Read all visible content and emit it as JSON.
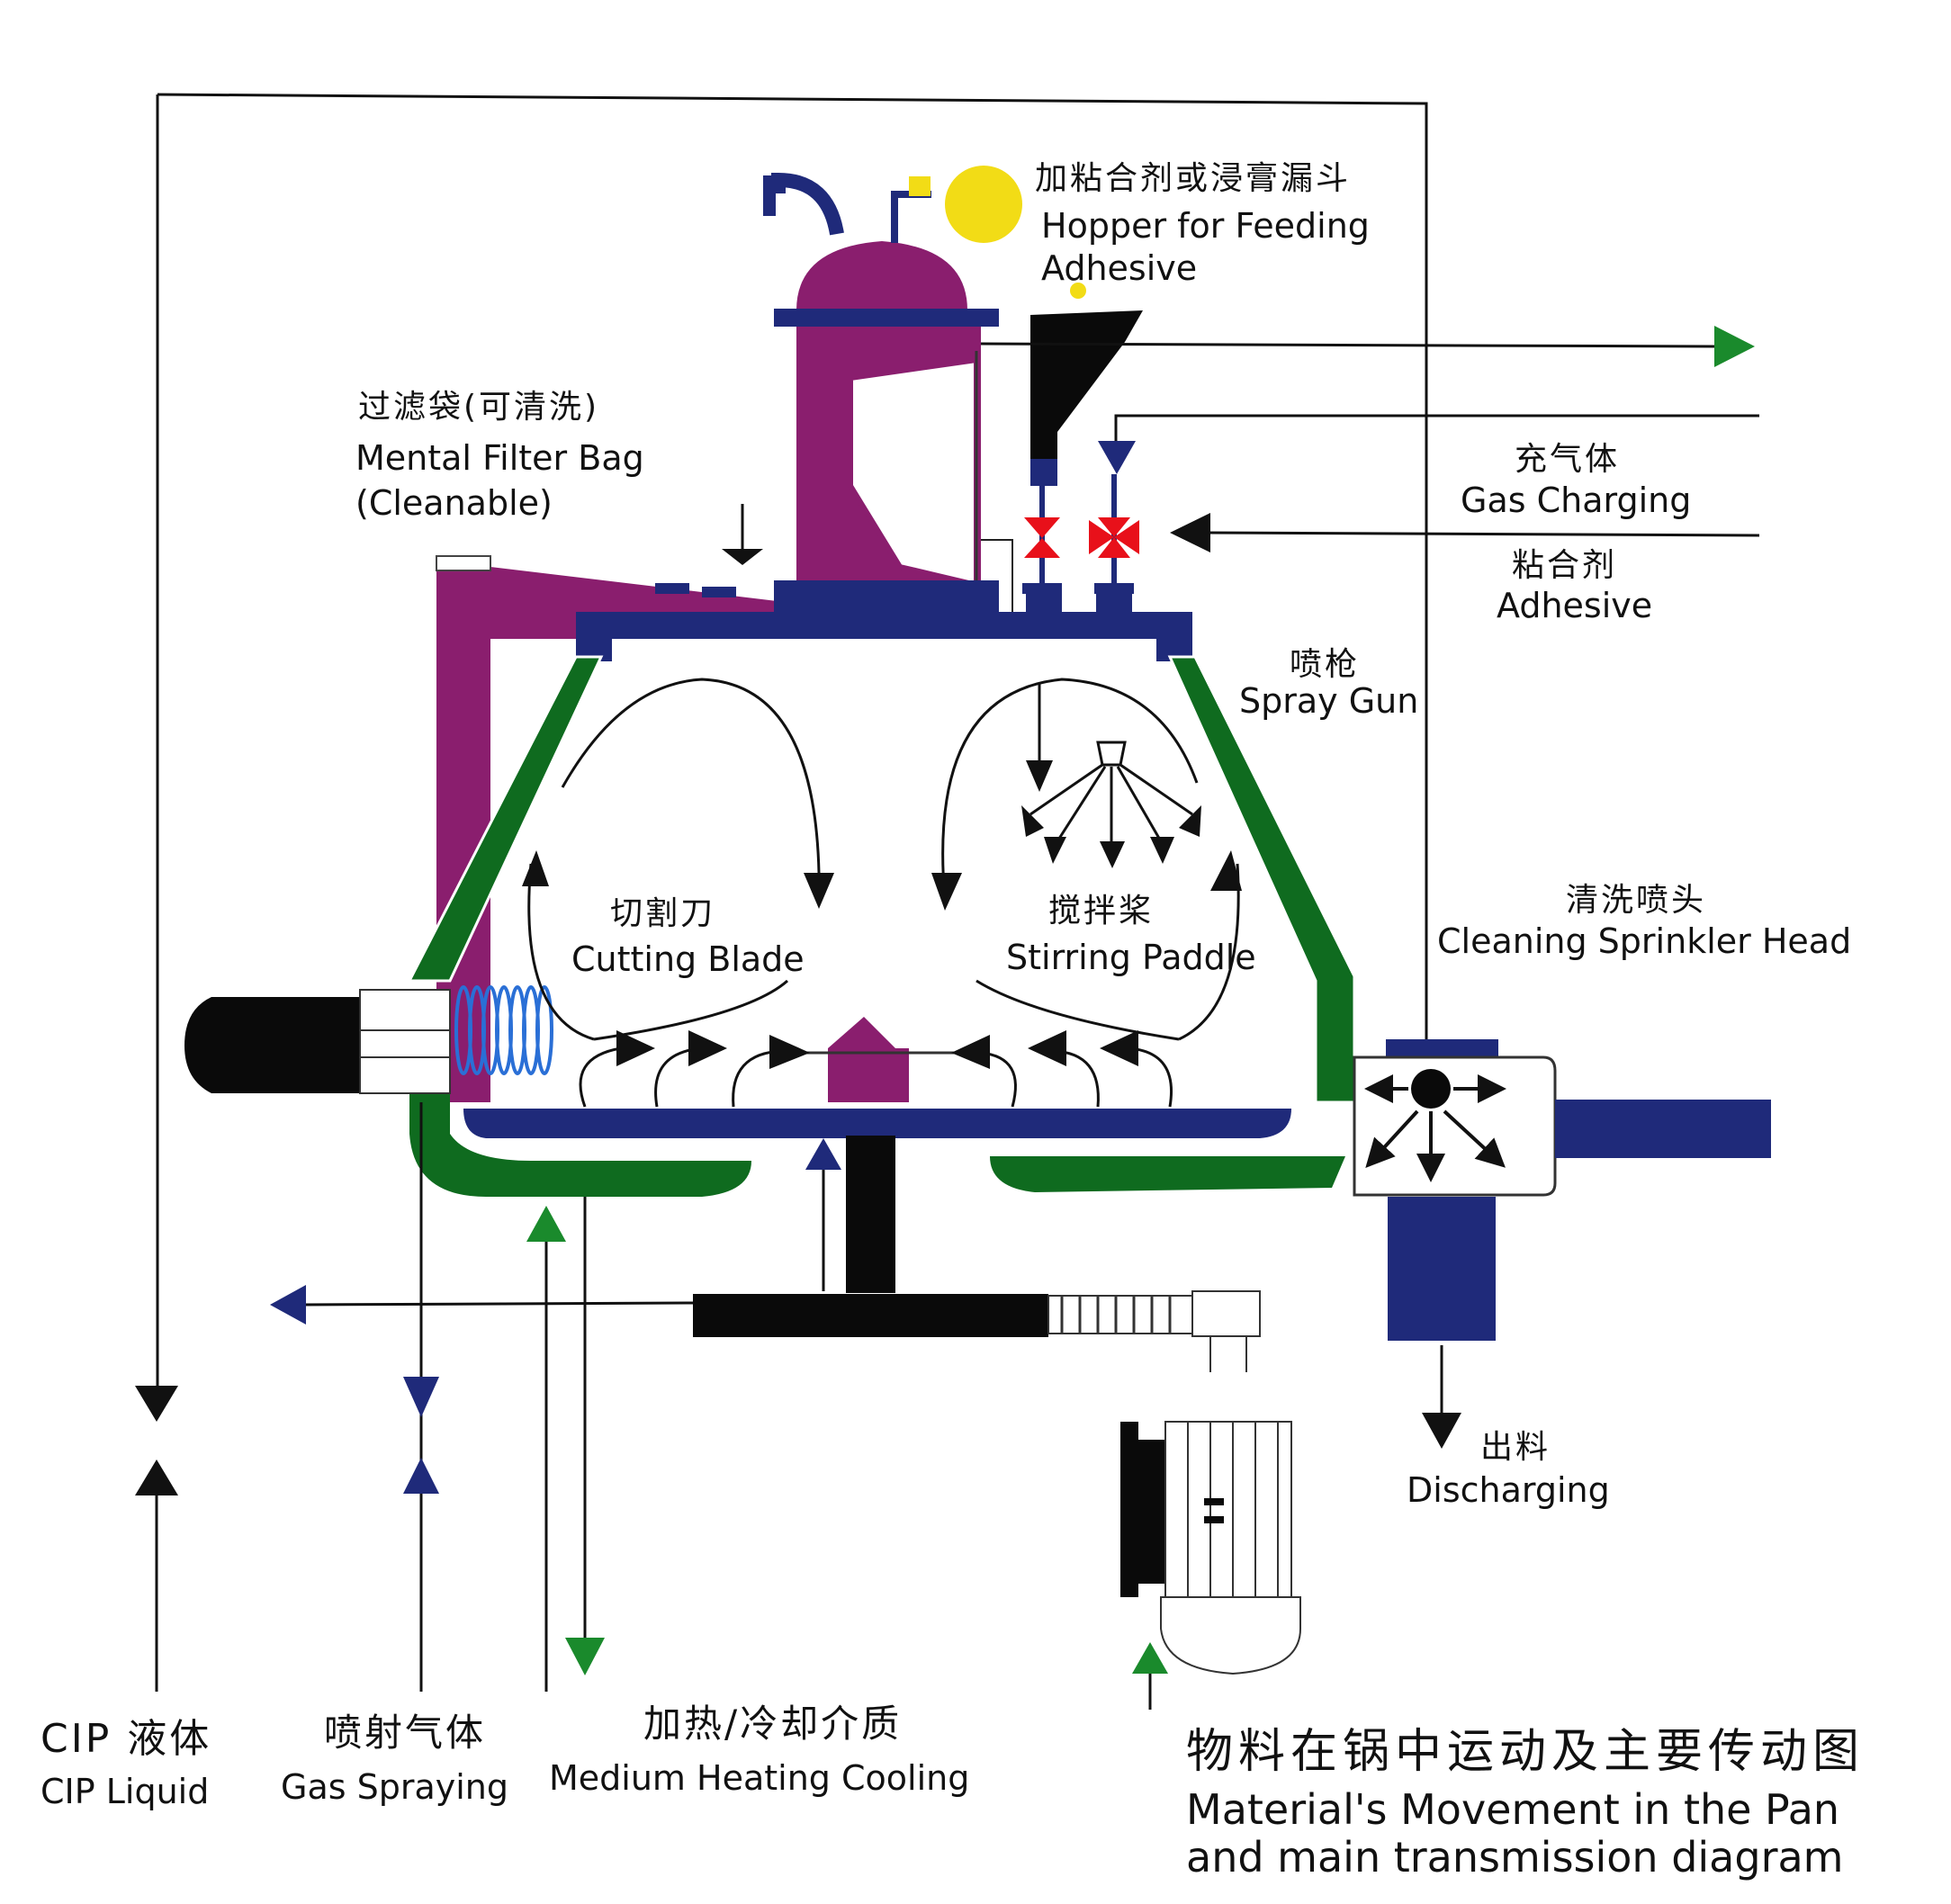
{
  "labels": {
    "hopper": {
      "zh": "加粘合剂或浸膏漏斗",
      "en1": "Hopper for Feeding",
      "en2": "Adhesive"
    },
    "filter": {
      "zh": "过滤袋(可清洗)",
      "en1": "Mental Filter Bag",
      "en2": "(Cleanable)"
    },
    "gas_charging": {
      "zh": "充气体",
      "en": "Gas Charging"
    },
    "adhesive": {
      "zh": "粘合剂",
      "en": "Adhesive"
    },
    "spray_gun": {
      "zh": "喷枪",
      "en": "Spray Gun"
    },
    "cleaning_head": {
      "zh": "清洗喷头",
      "en": "Cleaning Sprinkler Head"
    },
    "cutting_blade": {
      "zh": "切割刀",
      "en": "Cutting Blade"
    },
    "stirring_paddle": {
      "zh": "搅拌桨",
      "en": "Stirring Paddle"
    },
    "discharging": {
      "zh": "出料",
      "en": "Discharging"
    },
    "cip": {
      "zh": "CIP  液体",
      "en": "CIP Liquid"
    },
    "gas_spraying": {
      "zh": "喷射气体",
      "en": "Gas Spraying"
    },
    "medium": {
      "zh": "加热/冷却介质",
      "en": "Medium Heating Cooling"
    }
  },
  "title": {
    "zh": "物料在锅中运动及主要传动图",
    "en1": "Material's Movement in the Pan",
    "en2": "and main transmission diagram"
  },
  "colors": {
    "navy": "#1f2a7a",
    "purple": "#8a1e6e",
    "green": "#0f6b1f",
    "black": "#0a0a0a",
    "yellow": "#f2dc16",
    "red": "#e8101a",
    "blue_coil": "#2a6fd6",
    "arrow_green": "#1a8a2c"
  }
}
